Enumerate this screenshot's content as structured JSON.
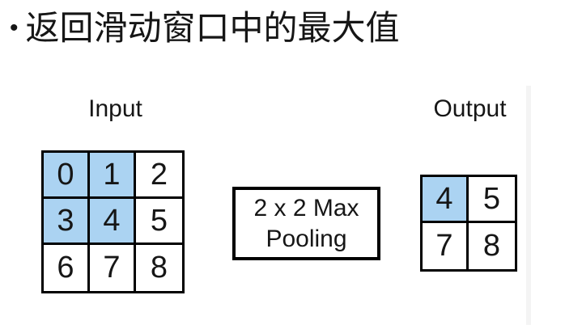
{
  "title": {
    "bullet": "•",
    "text": "返回滑动窗口中的最大值"
  },
  "diagram": {
    "input": {
      "label": "Input",
      "grid": [
        [
          "0",
          "1",
          "2"
        ],
        [
          "3",
          "4",
          "5"
        ],
        [
          "6",
          "7",
          "8"
        ]
      ],
      "highlighted_cells": [
        [
          0,
          0
        ],
        [
          0,
          1
        ],
        [
          1,
          0
        ],
        [
          1,
          1
        ]
      ]
    },
    "operation": {
      "line1": "2 x 2 Max",
      "line2": "Pooling"
    },
    "output": {
      "label": "Output",
      "grid": [
        [
          "4",
          "5"
        ],
        [
          "7",
          "8"
        ]
      ],
      "highlighted_cells": [
        [
          0,
          0
        ]
      ]
    }
  },
  "colors": {
    "highlight": "#abd3f2",
    "border": "#000000",
    "text": "#161616",
    "background": "#ffffff",
    "faint_line": "#f4f4f4"
  }
}
